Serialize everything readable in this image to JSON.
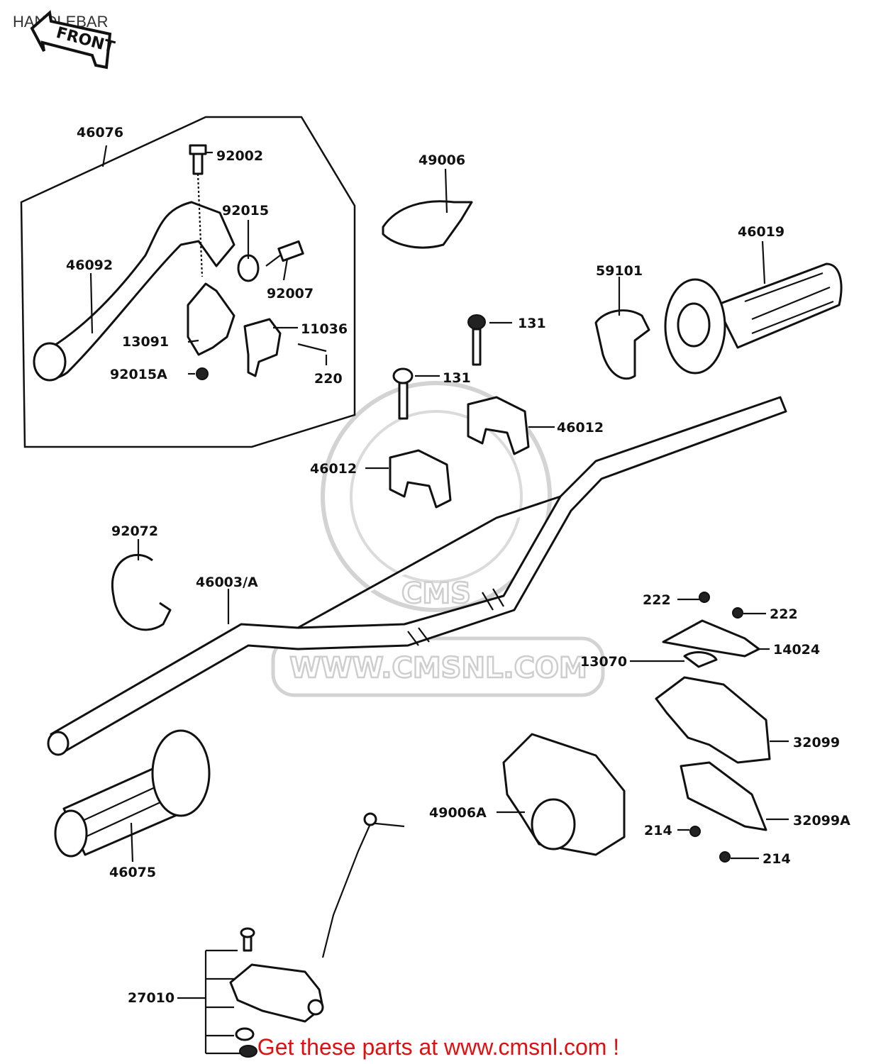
{
  "diagram": {
    "title": "HANDLEBAR",
    "front_label": "FRONT",
    "footer": "Get these parts at www.cmsnl.com !",
    "watermark": "WWW.CMSNL.COM",
    "watermark_logo": "CMS",
    "part_labels": [
      "46076",
      "92002",
      "92015",
      "46092",
      "92007",
      "11036",
      "13091",
      "92015A",
      "220",
      "49006",
      "46019",
      "59101",
      "131",
      "131",
      "46012",
      "46012",
      "92072",
      "46003/A",
      "222",
      "222",
      "14024",
      "13070",
      "32099",
      "32099A",
      "49006A",
      "214",
      "214",
      "46075",
      "27010"
    ]
  }
}
